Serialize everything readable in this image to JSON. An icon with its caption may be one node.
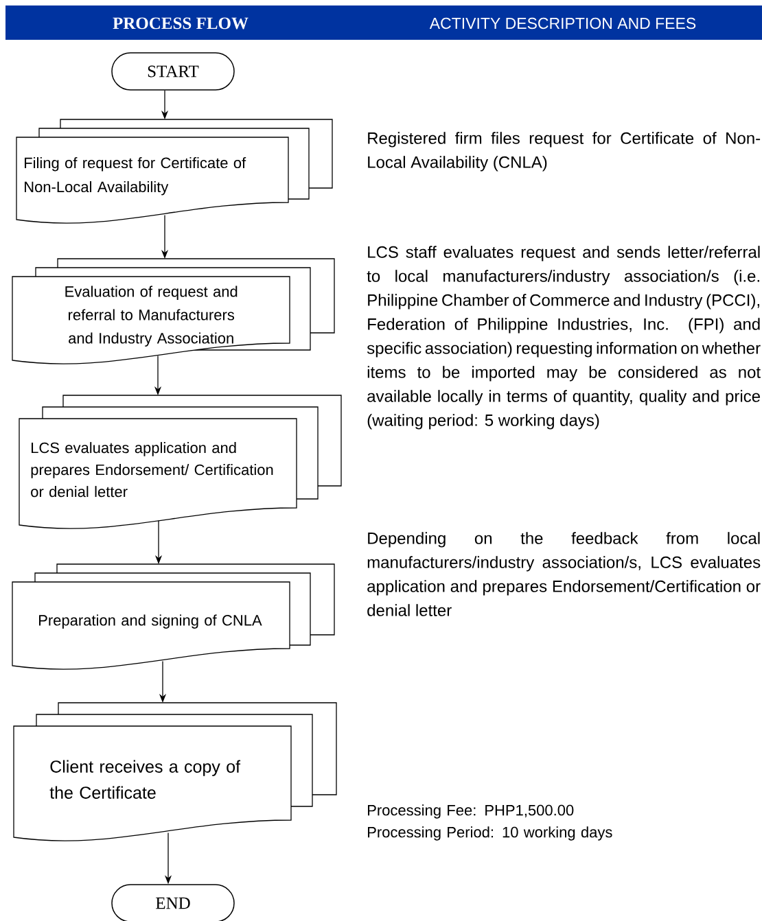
{
  "diagram": {
    "nodes": [
      {
        "text": [
          "START"
        ]
      },
      {
        "text": [
          "Filing of request for Certificate of Non-Local Availability"
        ]
      },
      {
        "text": [
          "Evaluation of request and referral to Manufacturers and Industry Association"
        ]
      },
      {
        "text": [
          "LCS evaluates application and prepares Endorsement/ Certification or denial letter"
        ]
      },
      {
        "text": [
          "Preparation and signing of CNLA"
        ]
      },
      {
        "text": [
          "Client receives a copy of the Certificate"
        ]
      },
      {
        "text": [
          "END"
        ]
      }
    ],
    "edges": [
      {
        "from": 0,
        "to": 1,
        "arrow": "to"
      },
      {
        "from": 1,
        "to": 2,
        "arrow": "to"
      },
      {
        "from": 2,
        "to": 3,
        "arrow": "to"
      },
      {
        "from": 3,
        "to": 4,
        "arrow": "to"
      },
      {
        "from": 4,
        "to": 5,
        "arrow": "to"
      },
      {
        "from": 5,
        "to": 6,
        "arrow": "to"
      }
    ],
    "labels": [
      "PROCESS FLOW",
      "ACTIVITY DESCRIPTION AND FEES",
      "Registered firm files request for Certificate of Non-Local Availability (CNLA)",
      "LCS staff evaluates request and sends letter/referral to local manufacturers/industry association/s (i.e. Philippine Chamber of Commerce and Industry (PCCI), Federation of Philippine Industries, Inc. (FPI) and specific association) requesting information on whether items to be imported may be considered as not available locally in terms of quantity, quality and price (waiting period: 5 working days)",
      "Depending on the feedback from local manufacturers/industry association/s, LCS evaluates application and prepares Endorsement/Certification or denial letter",
      "Processing Fee: PHP1,500.00",
      "Processing Period: 10 working days"
    ]
  }
}
